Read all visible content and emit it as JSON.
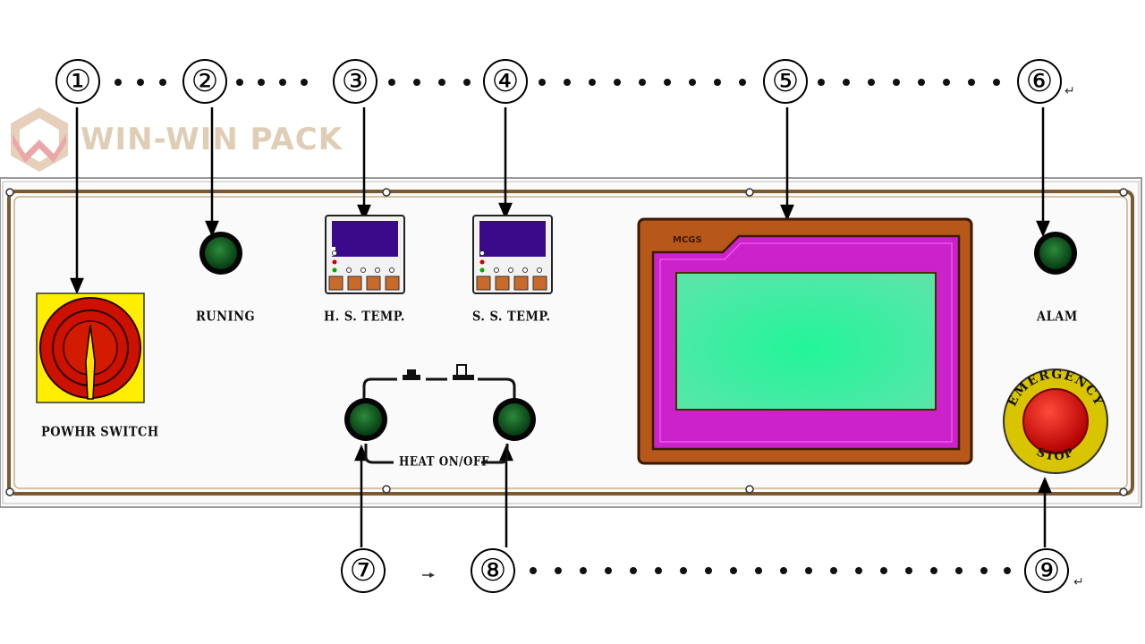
{
  "brand": {
    "name": "WIN-WIN PACK"
  },
  "callouts": [
    "①",
    "②",
    "③",
    "④",
    "⑤",
    "⑥",
    "⑦",
    "⑧",
    "⑨"
  ],
  "panel_labels": {
    "power_switch": "POWHR SWITCH",
    "running": "RUNING",
    "hs_temp": "H. S.  TEMP.",
    "ss_temp": "S. S.  TEMP.",
    "alarm": "ALAM",
    "heat_onoff": "HEAT ON/OFF",
    "hmi_brand": "MCGS",
    "emergency_top": "EMERGENCY",
    "emergency_bottom": "STOP"
  },
  "colors": {
    "panel_border": "#7a5a30",
    "indicator_green": "#0b5a1f",
    "controller_display": "#3a0a8a",
    "controller_buttons": "#c86a2a",
    "hmi_frame": "#b8571a",
    "hmi_bezel": "#cc22cc",
    "hmi_screen": "#22ee99",
    "power_switch_bg": "#ffee00",
    "power_switch_red": "#cc1100",
    "estop_ring": "#d8c400",
    "estop_button": "#ee1111"
  }
}
